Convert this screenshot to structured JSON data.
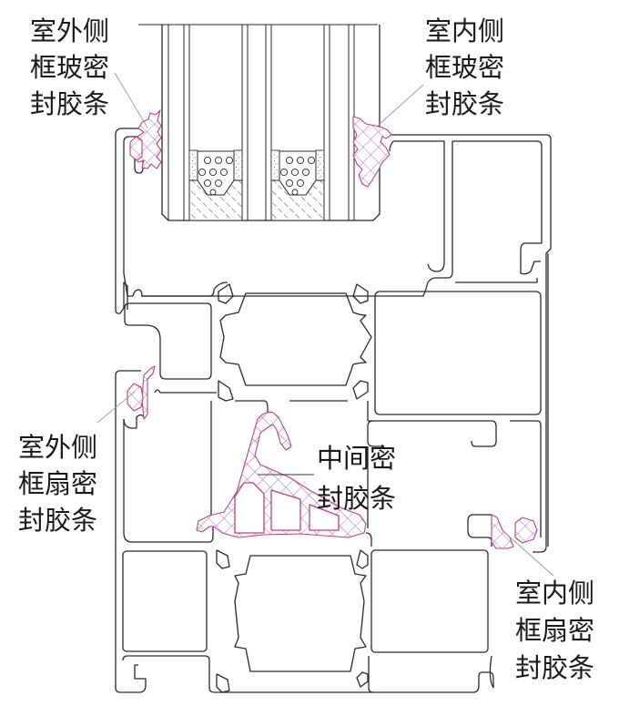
{
  "diagram": {
    "type": "window-profile-cross-section",
    "colors": {
      "outline": "#2a2a2a",
      "gasket_stroke": "#c2407a",
      "gasket_hatch": "#9b4fd0",
      "leader": "#9a9a9a",
      "background": "#ffffff"
    },
    "labels": {
      "outer_frame_glass_seal": {
        "lines": [
          "室外侧",
          "框玻密",
          "封胶条"
        ]
      },
      "inner_frame_glass_seal": {
        "lines": [
          "室内侧",
          "框玻密",
          "封胶条"
        ]
      },
      "outer_frame_sash_seal": {
        "lines": [
          "室外侧",
          "框扇密",
          "封胶条"
        ]
      },
      "middle_seal": {
        "lines": [
          "中间密",
          "封胶条"
        ]
      },
      "inner_frame_sash_seal": {
        "lines": [
          "室内侧",
          "框扇密",
          "封胶条"
        ]
      }
    },
    "components": [
      "insulated-glass-unit",
      "glass-spacer-desiccant",
      "structural-sealant",
      "sash-profile",
      "frame-profile",
      "thermal-break-strips",
      "seal-gaskets"
    ]
  }
}
